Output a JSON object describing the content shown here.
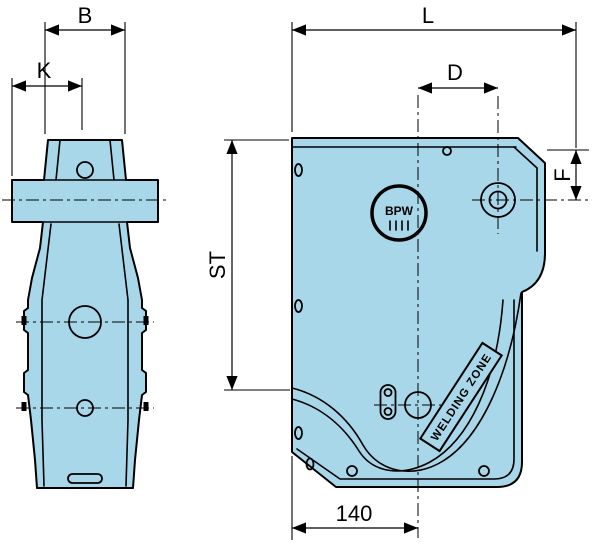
{
  "colors": {
    "part_fill": "#a8d7ea",
    "line": "#000000",
    "background": "#ffffff"
  },
  "dimension_labels": {
    "b": "B",
    "k": "K",
    "l": "L",
    "d": "D",
    "f": "F",
    "st": "ST",
    "bottom_width": "140"
  },
  "annotations": {
    "welding_zone": "WELDING ZONE",
    "logo_text": "BPW"
  }
}
